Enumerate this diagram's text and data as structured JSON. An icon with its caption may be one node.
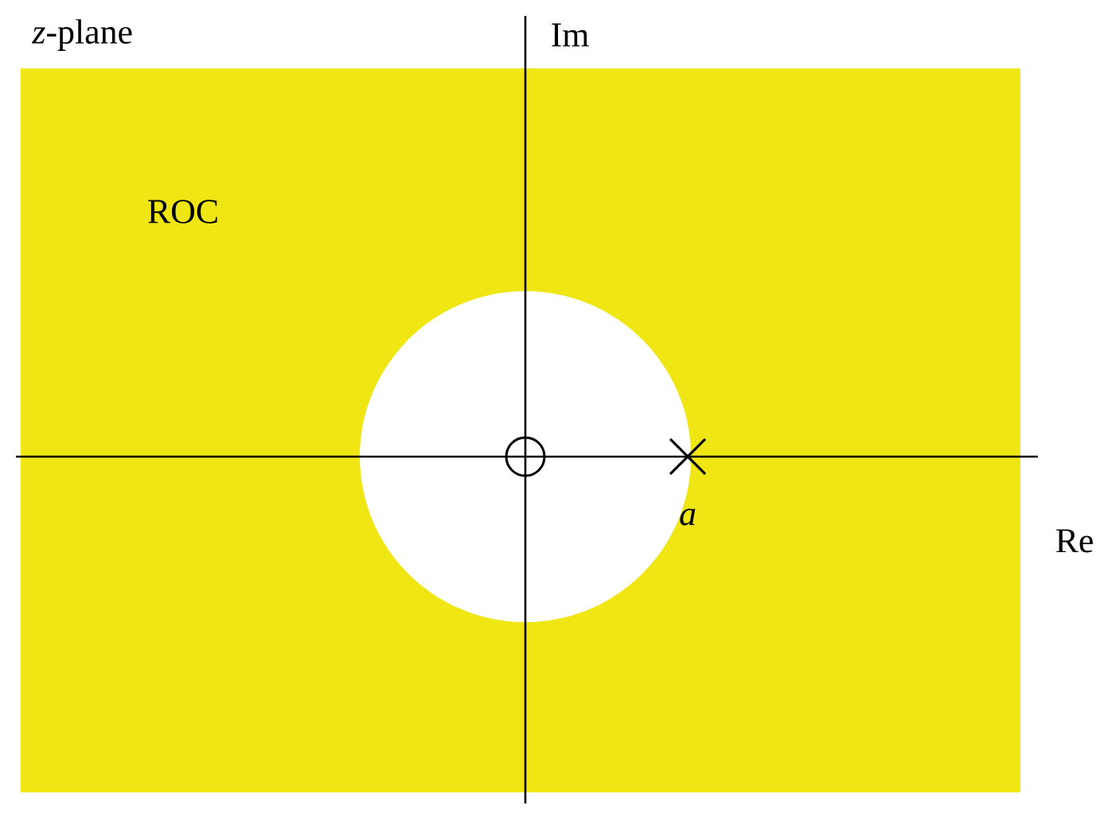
{
  "diagram": {
    "labels": [
      "*z*-plane",
      "Im",
      "ROC",
      "Re",
      "a"
    ]
  }
}
